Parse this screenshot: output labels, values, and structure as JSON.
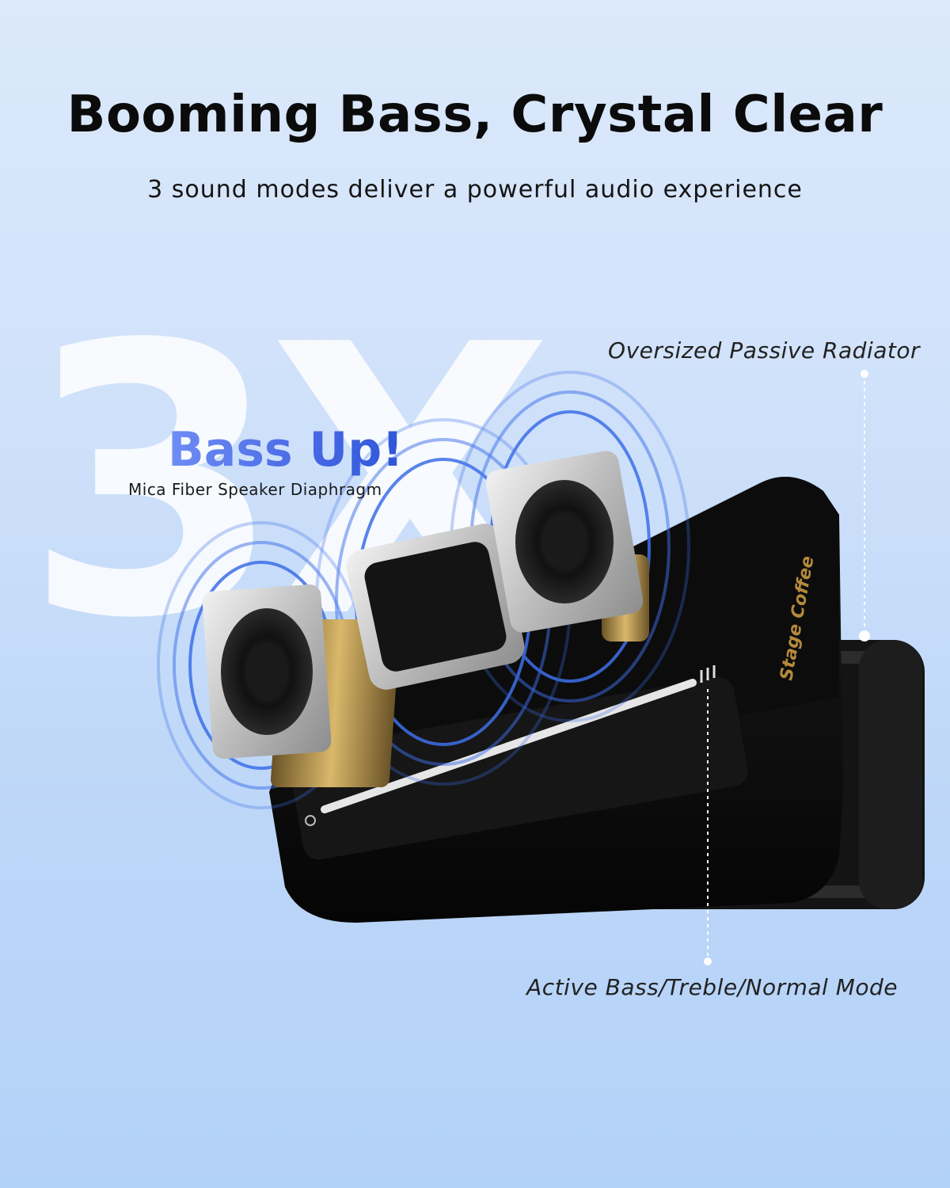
{
  "headline": "Booming Bass, Crystal Clear",
  "subheadline": "3 sound modes deliver a powerful audio experience",
  "multiplier": "3X",
  "bass_badge": "Bass Up!",
  "bass_badge_sub": "Mica Fiber Speaker Diaphragm",
  "callouts": {
    "passive_radiator": "Oversized Passive Radiator",
    "sound_modes": "Active Bass/Treble/Normal Mode"
  },
  "brand_mark": "Stage Coffee",
  "colors": {
    "accent_blue": "#4a6be6",
    "wave_blue": "#3d6fe8",
    "speaker_body": "#111111",
    "text_dark": "#0b0b0b"
  }
}
